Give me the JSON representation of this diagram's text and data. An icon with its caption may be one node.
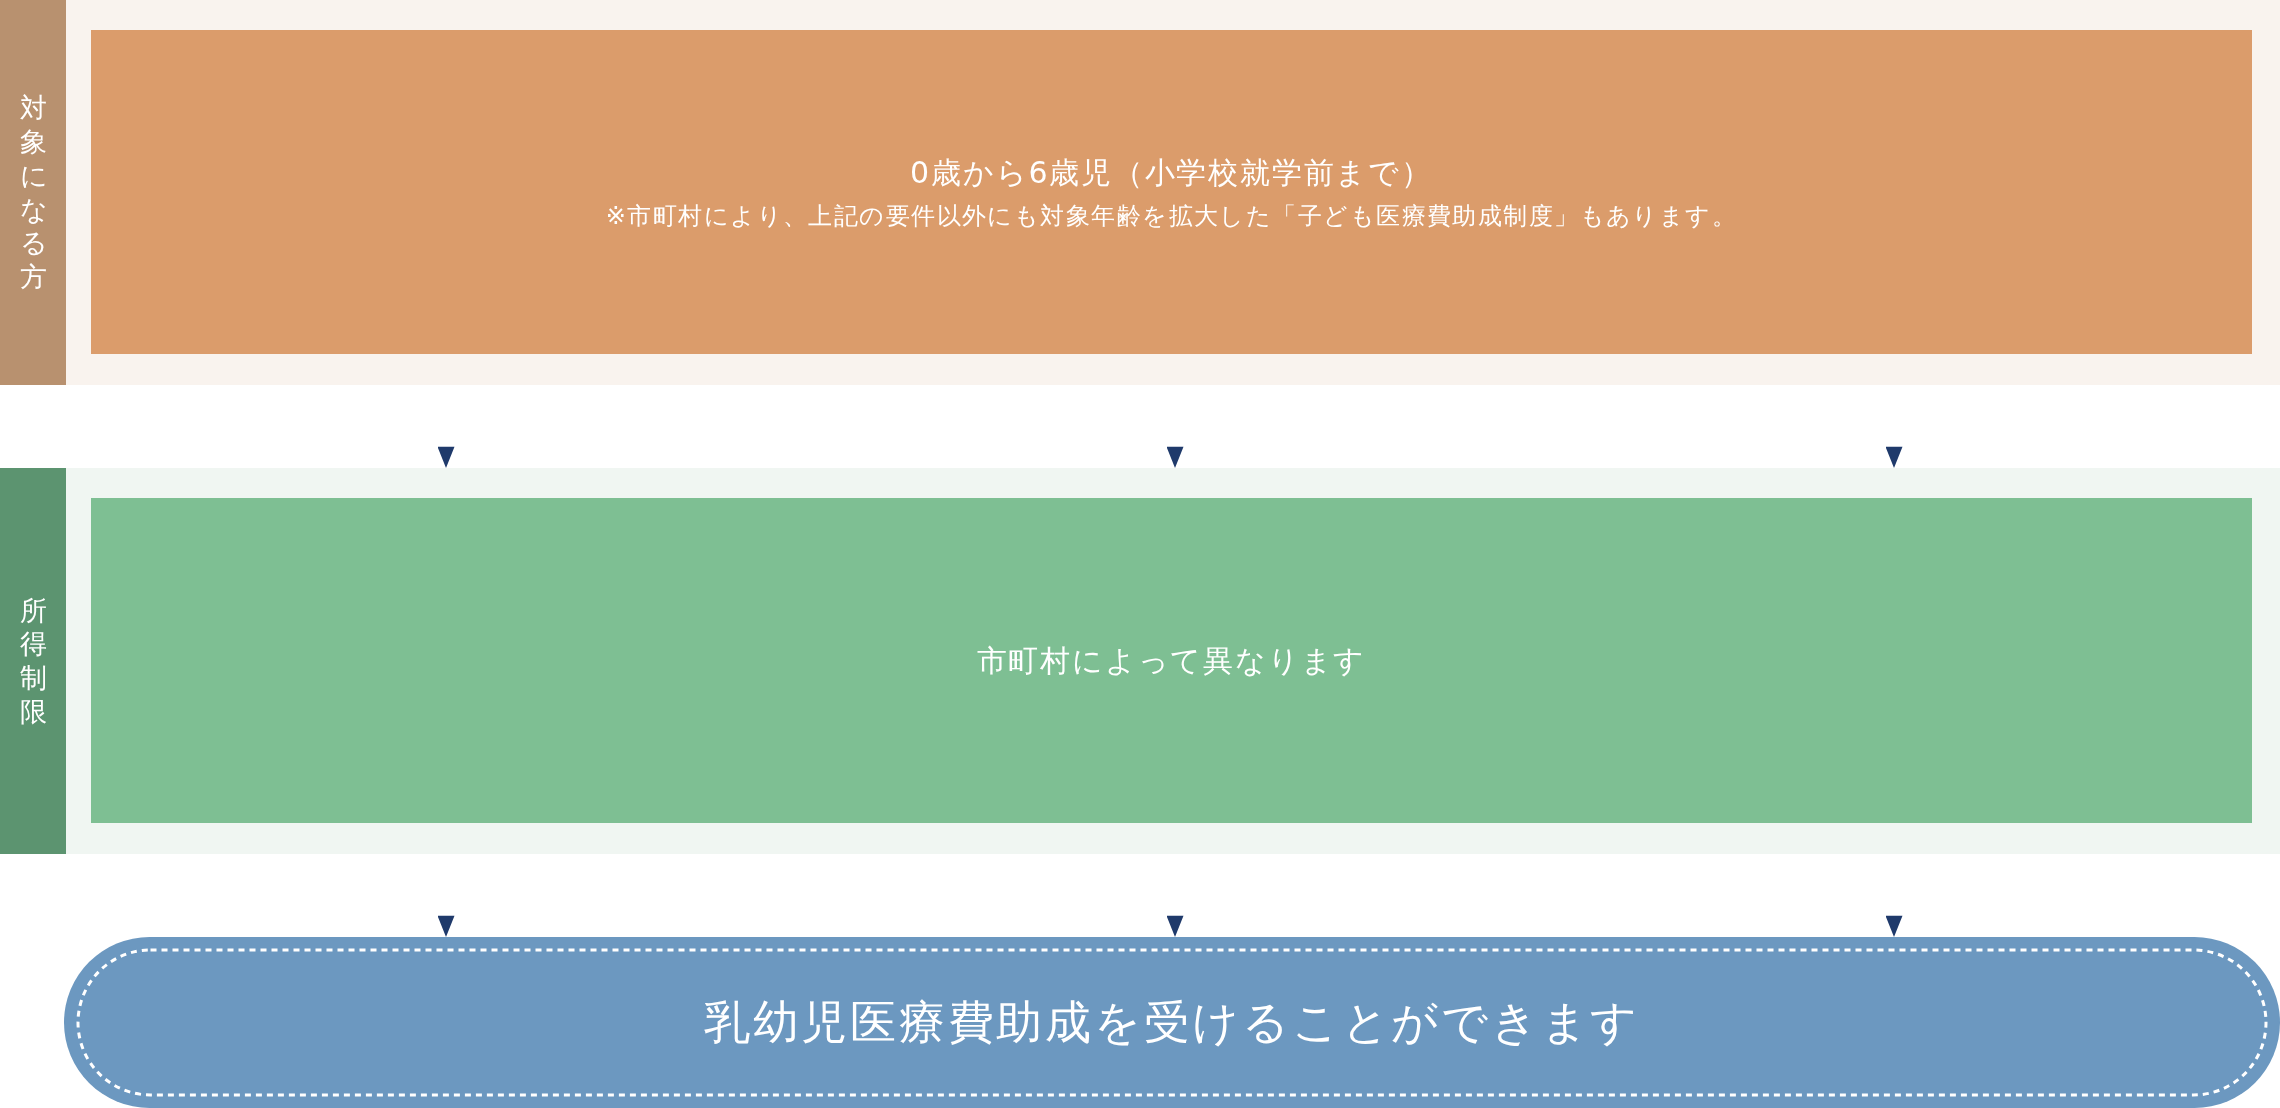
{
  "diagram": {
    "nodes": [
      {
        "text": [
          "対象になる方"
        ]
      },
      {
        "text": [
          "0歳から6歳児（小学校就学前まで）",
          "※市町村により、上記の要件以外にも対象年齢を拡大した「子ども医療費助成制度」もあります。"
        ],
        "in": 0
      },
      {
        "text": [
          "所得制限"
        ]
      },
      {
        "text": [
          "市町村によって異なります"
        ],
        "in": 2
      },
      {
        "text": [
          "乳幼児医療費助成を受けることができます"
        ]
      }
    ],
    "edges": [
      {
        "from": 0,
        "to": 2,
        "arrow": "to"
      },
      {
        "from": 0,
        "to": 2,
        "arrow": "to"
      },
      {
        "from": 0,
        "to": 2,
        "arrow": "to"
      },
      {
        "from": 2,
        "to": 4,
        "arrow": "to"
      },
      {
        "from": 2,
        "to": 4,
        "arrow": "to"
      },
      {
        "from": 2,
        "to": 4,
        "arrow": "to"
      }
    ]
  }
}
